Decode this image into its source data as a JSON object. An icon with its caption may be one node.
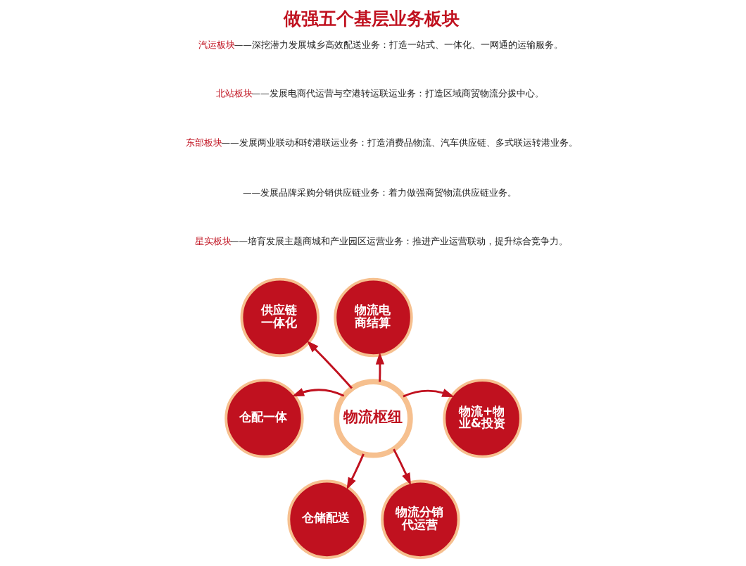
{
  "diagram": {
    "title": "做强五个基层业务板块",
    "nodes": [
      {
        "text": [
          "供应链一体化"
        ]
      },
      {
        "text": [
          "物流电商结算"
        ]
      },
      {
        "text": [
          "仓配一体"
        ]
      },
      {
        "text": [
          "物流枢纽"
        ]
      },
      {
        "text": [
          "物流+物业&投资"
        ]
      },
      {
        "text": [
          "仓储配送"
        ]
      },
      {
        "text": [
          "物流分销代运营"
        ]
      }
    ],
    "edges": [
      {
        "from": 3,
        "to": 0,
        "arrow": "to"
      },
      {
        "from": 3,
        "to": 1,
        "arrow": "to"
      },
      {
        "from": 3,
        "to": 2,
        "arrow": "to"
      },
      {
        "from": 3,
        "to": 4,
        "arrow": "to"
      },
      {
        "from": 3,
        "to": 5,
        "arrow": "to"
      },
      {
        "from": 3,
        "to": 6,
        "arrow": "to"
      }
    ],
    "labels": [
      "汽运板块",
      "——深挖潜力发展城乡高效配送业务：打造一站式、一体化、一网通的运输服务。",
      "北站板块",
      "——发展电商代运营与空港转运联运业务：打造区域商贸物流分拨中心。",
      "东部板块",
      "——发展两业联动和转港联运业务：打造消费品物流、汽车供应链、多式联运转港业务。",
      "——发展品牌采购分销供应链业务：着力做强商贸物流供应链业务。",
      "星实板块",
      "——培育发展主题商城和产业园区运营业务：推进产业运营联动，提升综合竞争力。"
    ]
  }
}
